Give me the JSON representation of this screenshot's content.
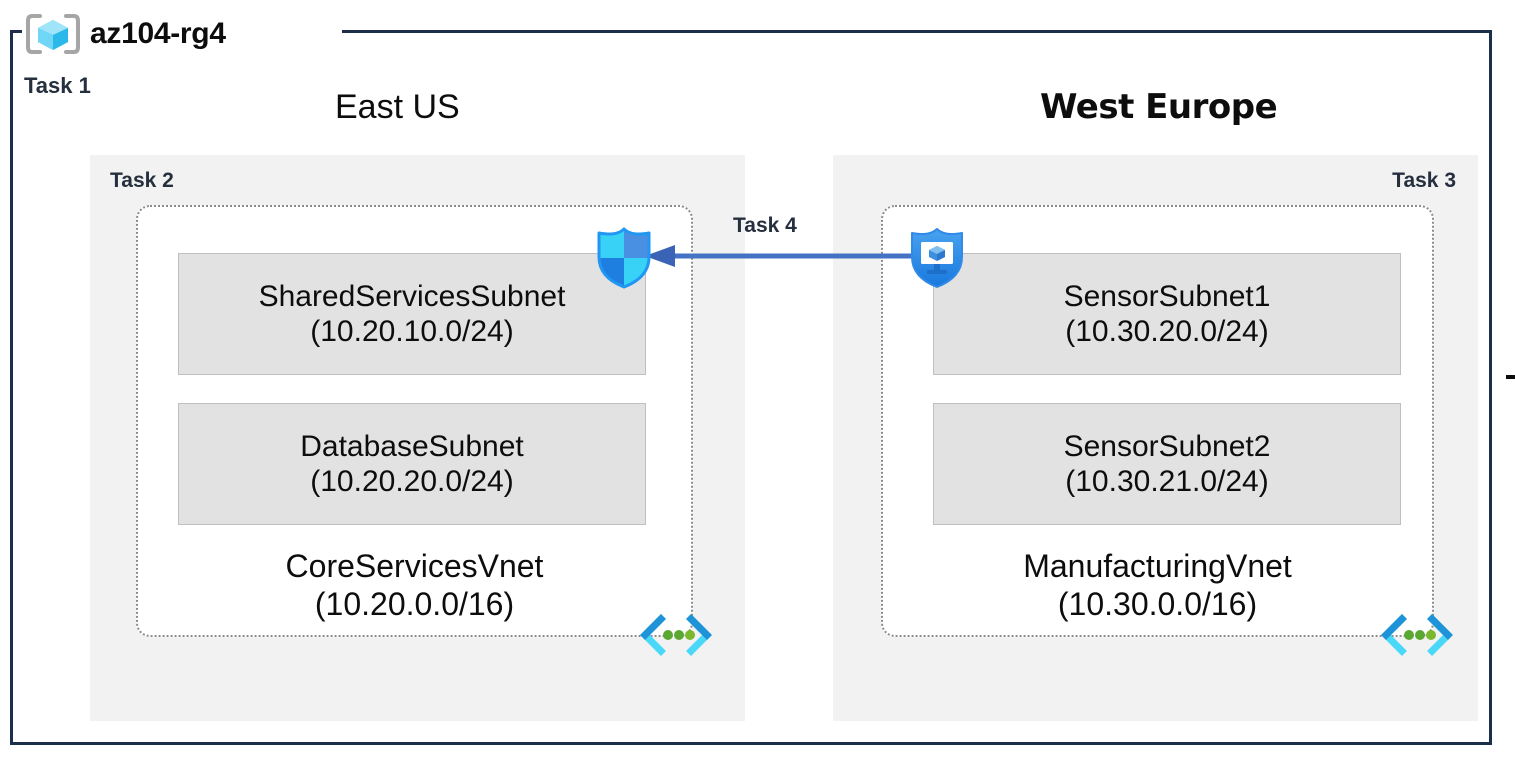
{
  "resource_group": {
    "name": "az104-rg4",
    "icon": "resource-group-cube-icon",
    "task_label": "Task 1"
  },
  "regions": [
    {
      "key": "east",
      "label": "East US",
      "task_label": "Task 2",
      "vnet": {
        "name": "CoreServicesVnet",
        "cidr": "(10.20.0.0/16)",
        "icon": "vnet-icon",
        "subnets": [
          {
            "name": "SharedServicesSubnet",
            "cidr": "(10.20.10.0/24)"
          },
          {
            "name": "DatabaseSubnet",
            "cidr": "(10.20.20.0/24)"
          }
        ]
      }
    },
    {
      "key": "west",
      "label": "West Europe",
      "task_label": "Task 3",
      "vnet": {
        "name": "ManufacturingVnet",
        "cidr": "(10.30.0.0/16)",
        "icon": "vnet-icon",
        "subnets": [
          {
            "name": "SensorSubnet1",
            "cidr": "(10.30.20.0/24)"
          },
          {
            "name": "SensorSubnet2",
            "cidr": "(10.30.21.0/24)"
          }
        ]
      }
    }
  ],
  "connection": {
    "task_label": "Task 4",
    "direction": "right-to-left",
    "source_icon": "bastion-shield-icon",
    "target_icon": "firewall-shield-icon"
  },
  "colors": {
    "rg_border": "#1b2f4b",
    "region_fill": "#f2f2f2",
    "subnet_fill": "#e2e2e2",
    "subnet_border": "#bfbfbf",
    "vnet_border": "#8c8c8c",
    "arrow": "#4472c4",
    "task_text": "#252f3e",
    "icon_cyan": "#32c8f5",
    "icon_blue": "#1e90e8",
    "icon_green": "#5aa832"
  }
}
